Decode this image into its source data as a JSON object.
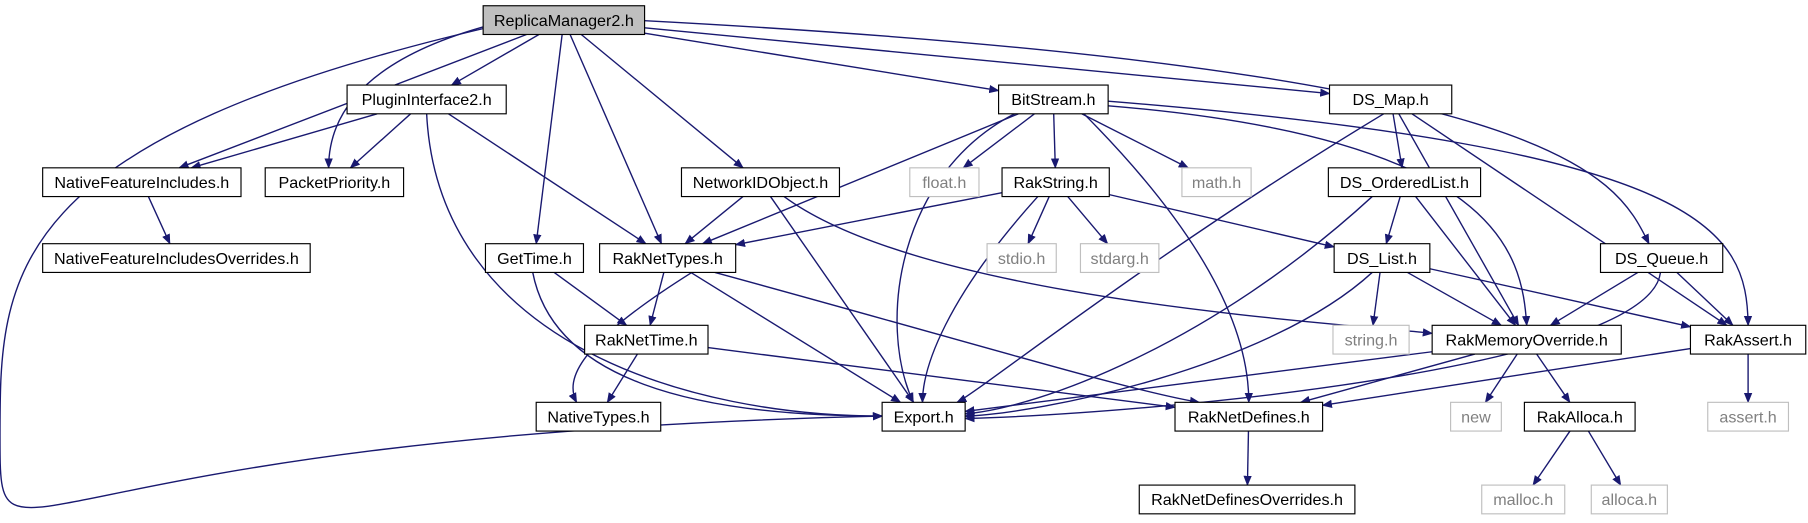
{
  "colors": {
    "edge": "#191970",
    "box_border": "#000000",
    "box_border_system": "#bfbfbf",
    "root_fill": "#bfbfbf",
    "text": "#000000",
    "text_system": "#808080"
  },
  "nodes": [
    {
      "id": "replicamanager2",
      "label": "ReplicaManager2.h",
      "kind": "root"
    },
    {
      "id": "plugininterface2",
      "label": "PluginInterface2.h",
      "kind": "file"
    },
    {
      "id": "bitstream",
      "label": "BitStream.h",
      "kind": "file"
    },
    {
      "id": "ds-map",
      "label": "DS_Map.h",
      "kind": "file"
    },
    {
      "id": "nativefeatureincludes",
      "label": "NativeFeatureIncludes.h",
      "kind": "file"
    },
    {
      "id": "packetpriority",
      "label": "PacketPriority.h",
      "kind": "file"
    },
    {
      "id": "networkidobject",
      "label": "NetworkIDObject.h",
      "kind": "file"
    },
    {
      "id": "float",
      "label": "float.h",
      "kind": "system"
    },
    {
      "id": "rakstring",
      "label": "RakString.h",
      "kind": "file"
    },
    {
      "id": "math",
      "label": "math.h",
      "kind": "system"
    },
    {
      "id": "ds-orderedlist",
      "label": "DS_OrderedList.h",
      "kind": "file"
    },
    {
      "id": "nativefeatureincludesoverrides",
      "label": "NativeFeatureIncludesOverrides.h",
      "kind": "file"
    },
    {
      "id": "gettime",
      "label": "GetTime.h",
      "kind": "file"
    },
    {
      "id": "raknettypes",
      "label": "RakNetTypes.h",
      "kind": "file"
    },
    {
      "id": "stdio",
      "label": "stdio.h",
      "kind": "system"
    },
    {
      "id": "stdarg",
      "label": "stdarg.h",
      "kind": "system"
    },
    {
      "id": "ds-list",
      "label": "DS_List.h",
      "kind": "file"
    },
    {
      "id": "ds-queue",
      "label": "DS_Queue.h",
      "kind": "file"
    },
    {
      "id": "raknettime",
      "label": "RakNetTime.h",
      "kind": "file"
    },
    {
      "id": "string",
      "label": "string.h",
      "kind": "system"
    },
    {
      "id": "rakmemoryoverride",
      "label": "RakMemoryOverride.h",
      "kind": "file"
    },
    {
      "id": "rakassert",
      "label": "RakAssert.h",
      "kind": "file"
    },
    {
      "id": "nativetypes",
      "label": "NativeTypes.h",
      "kind": "file"
    },
    {
      "id": "export",
      "label": "Export.h",
      "kind": "file"
    },
    {
      "id": "raknetdefines",
      "label": "RakNetDefines.h",
      "kind": "file"
    },
    {
      "id": "new",
      "label": "new",
      "kind": "system"
    },
    {
      "id": "rakalloca",
      "label": "RakAlloca.h",
      "kind": "file"
    },
    {
      "id": "assert",
      "label": "assert.h",
      "kind": "system"
    },
    {
      "id": "raknetdefinesoverrides",
      "label": "RakNetDefinesOverrides.h",
      "kind": "file"
    },
    {
      "id": "malloc",
      "label": "malloc.h",
      "kind": "system"
    },
    {
      "id": "alloca",
      "label": "alloca.h",
      "kind": "system"
    }
  ],
  "edges": [
    {
      "from": "replicamanager2",
      "to": "plugininterface2"
    },
    {
      "from": "replicamanager2",
      "to": "nativefeatureincludes"
    },
    {
      "from": "replicamanager2",
      "to": "packetpriority"
    },
    {
      "from": "replicamanager2",
      "to": "gettime"
    },
    {
      "from": "replicamanager2",
      "to": "raknettypes"
    },
    {
      "from": "replicamanager2",
      "to": "networkidobject"
    },
    {
      "from": "replicamanager2",
      "to": "bitstream"
    },
    {
      "from": "replicamanager2",
      "to": "ds-map"
    },
    {
      "from": "replicamanager2",
      "to": "ds-queue"
    },
    {
      "from": "replicamanager2",
      "to": "export"
    },
    {
      "from": "plugininterface2",
      "to": "nativefeatureincludes"
    },
    {
      "from": "plugininterface2",
      "to": "packetpriority"
    },
    {
      "from": "plugininterface2",
      "to": "raknettypes"
    },
    {
      "from": "plugininterface2",
      "to": "export"
    },
    {
      "from": "nativefeatureincludes",
      "to": "nativefeatureincludesoverrides"
    },
    {
      "from": "bitstream",
      "to": "raknettypes"
    },
    {
      "from": "bitstream",
      "to": "float"
    },
    {
      "from": "bitstream",
      "to": "rakstring"
    },
    {
      "from": "bitstream",
      "to": "math"
    },
    {
      "from": "bitstream",
      "to": "export"
    },
    {
      "from": "bitstream",
      "to": "raknetdefines"
    },
    {
      "from": "bitstream",
      "to": "rakmemoryoverride"
    },
    {
      "from": "bitstream",
      "to": "rakassert"
    },
    {
      "from": "ds-map",
      "to": "ds-orderedlist"
    },
    {
      "from": "ds-map",
      "to": "rakmemoryoverride"
    },
    {
      "from": "ds-map",
      "to": "rakassert"
    },
    {
      "from": "ds-map",
      "to": "export"
    },
    {
      "from": "networkidobject",
      "to": "raknettypes"
    },
    {
      "from": "networkidobject",
      "to": "export"
    },
    {
      "from": "networkidobject",
      "to": "rakmemoryoverride"
    },
    {
      "from": "rakstring",
      "to": "raknettypes"
    },
    {
      "from": "rakstring",
      "to": "stdio"
    },
    {
      "from": "rakstring",
      "to": "stdarg"
    },
    {
      "from": "rakstring",
      "to": "ds-list"
    },
    {
      "from": "rakstring",
      "to": "export"
    },
    {
      "from": "ds-orderedlist",
      "to": "ds-list"
    },
    {
      "from": "ds-orderedlist",
      "to": "rakmemoryoverride"
    },
    {
      "from": "ds-orderedlist",
      "to": "export"
    },
    {
      "from": "gettime",
      "to": "raknettime"
    },
    {
      "from": "gettime",
      "to": "export"
    },
    {
      "from": "raknettypes",
      "to": "raknettime"
    },
    {
      "from": "raknettypes",
      "to": "nativetypes"
    },
    {
      "from": "raknettypes",
      "to": "export"
    },
    {
      "from": "raknettypes",
      "to": "raknetdefines"
    },
    {
      "from": "raknettime",
      "to": "nativetypes"
    },
    {
      "from": "raknettime",
      "to": "raknetdefines"
    },
    {
      "from": "ds-list",
      "to": "string"
    },
    {
      "from": "ds-list",
      "to": "rakmemoryoverride"
    },
    {
      "from": "ds-list",
      "to": "rakassert"
    },
    {
      "from": "ds-list",
      "to": "export"
    },
    {
      "from": "ds-queue",
      "to": "rakmemoryoverride"
    },
    {
      "from": "ds-queue",
      "to": "rakassert"
    },
    {
      "from": "ds-queue",
      "to": "export"
    },
    {
      "from": "rakmemoryoverride",
      "to": "export"
    },
    {
      "from": "rakmemoryoverride",
      "to": "raknetdefines"
    },
    {
      "from": "rakmemoryoverride",
      "to": "new"
    },
    {
      "from": "rakmemoryoverride",
      "to": "rakalloca"
    },
    {
      "from": "rakassert",
      "to": "assert"
    },
    {
      "from": "rakassert",
      "to": "raknetdefines"
    },
    {
      "from": "raknetdefines",
      "to": "raknetdefinesoverrides"
    },
    {
      "from": "rakalloca",
      "to": "malloc"
    },
    {
      "from": "rakalloca",
      "to": "alloca"
    }
  ]
}
